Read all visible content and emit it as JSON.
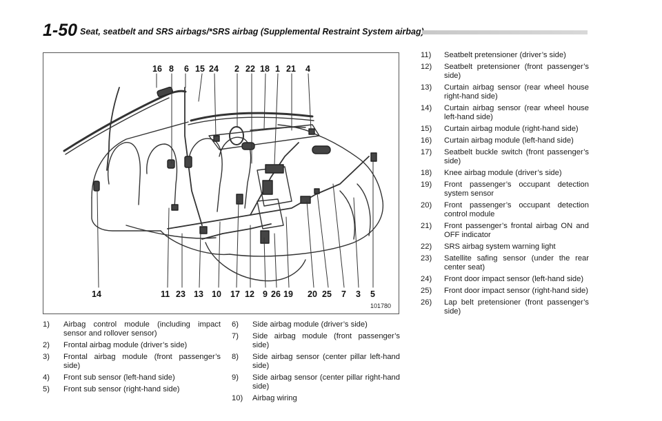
{
  "header": {
    "page_number": "1-50",
    "title": "Seat, seatbelt and SRS airbags/*SRS airbag (Supplemental Restraint System airbag)"
  },
  "figure": {
    "figure_id": "101780",
    "top_callouts": [
      "16",
      "8",
      "6",
      "15",
      "24",
      "2",
      "22",
      "18",
      "1",
      "21",
      "4"
    ],
    "bottom_callouts": [
      "14",
      "11",
      "23",
      "13",
      "10",
      "17",
      "12",
      "9",
      "26",
      "19",
      "20",
      "25",
      "7",
      "3",
      "5"
    ]
  },
  "legend": {
    "column1": [
      {
        "num": "1)",
        "text": "Airbag control module (including impact sensor and rollover sensor)"
      },
      {
        "num": "2)",
        "text": "Frontal airbag module (driver’s side)"
      },
      {
        "num": "3)",
        "text": "Frontal airbag module (front passenger’s side)"
      },
      {
        "num": "4)",
        "text": "Front sub sensor (left-hand side)"
      },
      {
        "num": "5)",
        "text": "Front sub sensor (right-hand side)"
      }
    ],
    "column2": [
      {
        "num": "6)",
        "text": "Side airbag module (driver’s side)"
      },
      {
        "num": "7)",
        "text": "Side airbag module (front passenger’s side)"
      },
      {
        "num": "8)",
        "text": "Side airbag sensor (center pillar left-hand side)"
      },
      {
        "num": "9)",
        "text": "Side airbag sensor (center pillar right-hand side)"
      },
      {
        "num": "10)",
        "text": "Airbag wiring"
      }
    ],
    "column3": [
      {
        "num": "11)",
        "text": "Seatbelt pretensioner (driver’s side)"
      },
      {
        "num": "12)",
        "text": "Seatbelt pretensioner (front passenger’s side)"
      },
      {
        "num": "13)",
        "text": "Curtain airbag sensor (rear wheel house right-hand side)"
      },
      {
        "num": "14)",
        "text": "Curtain airbag sensor (rear wheel house left-hand side)"
      },
      {
        "num": "15)",
        "text": "Curtain airbag module (right-hand side)"
      },
      {
        "num": "16)",
        "text": "Curtain airbag module (left-hand side)"
      },
      {
        "num": "17)",
        "text": "Seatbelt buckle switch (front passenger’s side)"
      },
      {
        "num": "18)",
        "text": "Knee airbag module (driver’s side)"
      },
      {
        "num": "19)",
        "text": "Front passenger’s occupant detection system sensor"
      },
      {
        "num": "20)",
        "text": "Front passenger’s occupant detection control module"
      },
      {
        "num": "21)",
        "text": "Front passenger’s frontal airbag ON and OFF indicator"
      },
      {
        "num": "22)",
        "text": "SRS airbag system warning light"
      },
      {
        "num": "23)",
        "text": "Satellite safing sensor (under the rear center seat)"
      },
      {
        "num": "24)",
        "text": "Front door impact sensor (left-hand side)"
      },
      {
        "num": "25)",
        "text": "Front door impact sensor (right-hand side)"
      },
      {
        "num": "26)",
        "text": "Lap belt pretensioner (front passenger’s side)"
      }
    ]
  }
}
